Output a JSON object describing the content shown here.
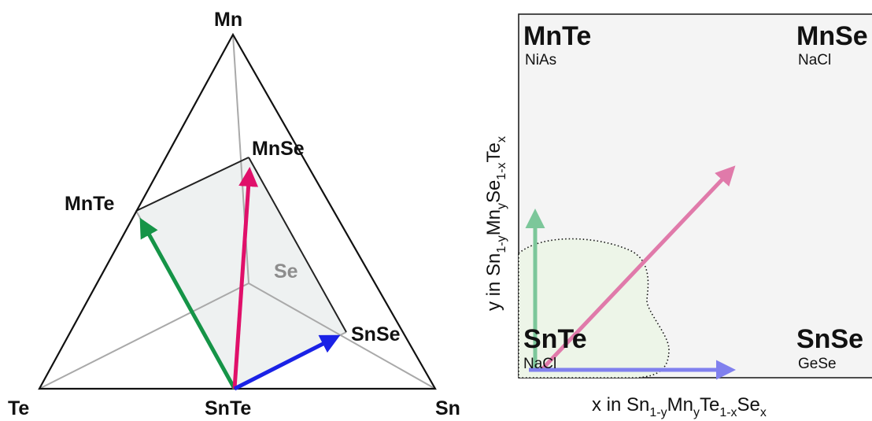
{
  "ternary": {
    "vertices": {
      "top": "Mn",
      "left": "Te",
      "right": "Sn",
      "inner": "Se",
      "edge_top": "MnSe",
      "edge_left": "MnTe",
      "edge_right": "SnSe",
      "bottom": "SnTe"
    },
    "arrow_colors": {
      "to_mnte": "#159447",
      "to_mnse": "#e0106a",
      "to_snse": "#1a22e6"
    }
  },
  "phase_map": {
    "corners": {
      "top_left": {
        "compound": "MnTe",
        "structure": "NiAs"
      },
      "top_right": {
        "compound": "MnSe",
        "structure": "NaCl"
      },
      "bottom_left": {
        "compound": "SnTe",
        "structure": "NaCl"
      },
      "bottom_right": {
        "compound": "SnSe",
        "structure": "GeSe"
      }
    },
    "x_axis": {
      "prefix": "x in Sn",
      "sub1": "1-y",
      "mid1": "Mn",
      "sub2": "y",
      "mid2": "Te",
      "sub3": "1-x",
      "mid3": "Se",
      "sub4": "x"
    },
    "y_axis": {
      "prefix": "y in Sn",
      "sub1": "1-y",
      "mid1": "Mn",
      "sub2": "y",
      "mid2": "Se",
      "sub3": "1-x",
      "mid3": "Te",
      "sub4": "x"
    },
    "colors": {
      "panel_bg": "#f4f4f4",
      "region_fill": "#edf5e8",
      "arrow_green": "#7cc79a",
      "arrow_pink": "#e07aaa",
      "arrow_blue": "#8080ee"
    }
  }
}
